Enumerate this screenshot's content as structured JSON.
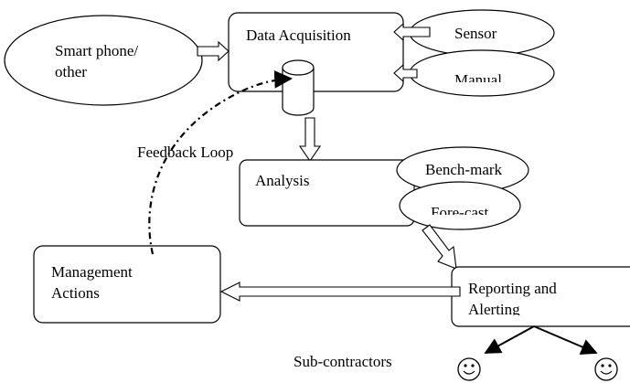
{
  "nodes": {
    "smartphone": {
      "line1": "Smart phone/",
      "line2": "other"
    },
    "data_acquisition": {
      "label": "Data Acquisition"
    },
    "sensor": {
      "label": "Sensor"
    },
    "manual": {
      "label": "Manual"
    },
    "analysis": {
      "label": "Analysis"
    },
    "benchmark": {
      "label": "Bench-mark"
    },
    "forecast": {
      "label": "Fore-cast"
    },
    "management": {
      "line1": "Management",
      "line2": "Actions"
    },
    "reporting": {
      "line1": "Reporting and",
      "line2": "Alerting"
    }
  },
  "edges": {
    "feedback_loop": {
      "label": "Feedback Loop"
    },
    "subcontractors": {
      "label": "Sub-contractors"
    }
  },
  "icons": {
    "person": "smiley-face-icon"
  }
}
